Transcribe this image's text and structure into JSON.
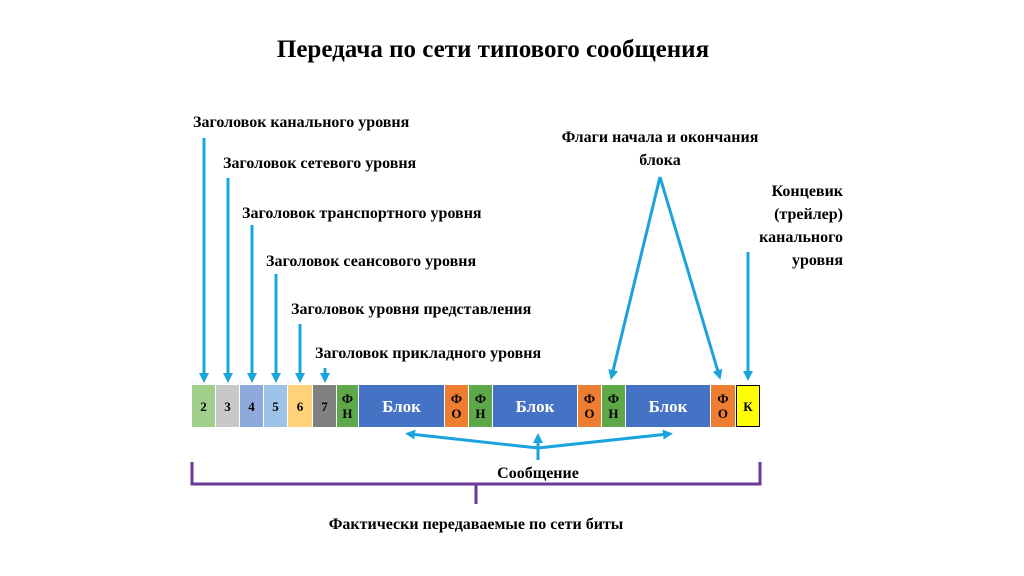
{
  "title": "Передача по сети типового сообщения",
  "header_labels": {
    "h2": "Заголовок канального уровня",
    "h3": "Заголовок сетевого уровня",
    "h4": "Заголовок транспортного уровня",
    "h5": "Заголовок сеансового уровня",
    "h6": "Заголовок уровня представления",
    "h7": "Заголовок прикладного уровня"
  },
  "flags_label": {
    "line1": "Флаги начала и окончания",
    "line2": "блока"
  },
  "trailer_label": {
    "line1": "Концевик",
    "line2": "(трейлер)",
    "line3": "канального",
    "line4": "уровня"
  },
  "cells": {
    "c2": "2",
    "c3": "3",
    "c4": "4",
    "c5": "5",
    "c6": "6",
    "c7": "7",
    "fn_top": "Ф",
    "fn_bottom": "Н",
    "fo_top": "Ф",
    "fo_bottom": "О",
    "block": "Блок",
    "trailer": "К"
  },
  "message_label": "Сообщение",
  "bits_label": "Фактически передаваемые по сети биты",
  "colors": {
    "arrow": "#1aa3dc",
    "brace": "#6a3a9a",
    "c2": "#9fcf8a",
    "c3": "#c8c8c8",
    "c4": "#8ea9db",
    "c5": "#9dc3e6",
    "c6": "#ffd27a",
    "c7": "#808080",
    "flag_start": "#5ea84a",
    "flag_end": "#ed7d31",
    "block": "#4472c4",
    "trailer": "#ffff00"
  }
}
